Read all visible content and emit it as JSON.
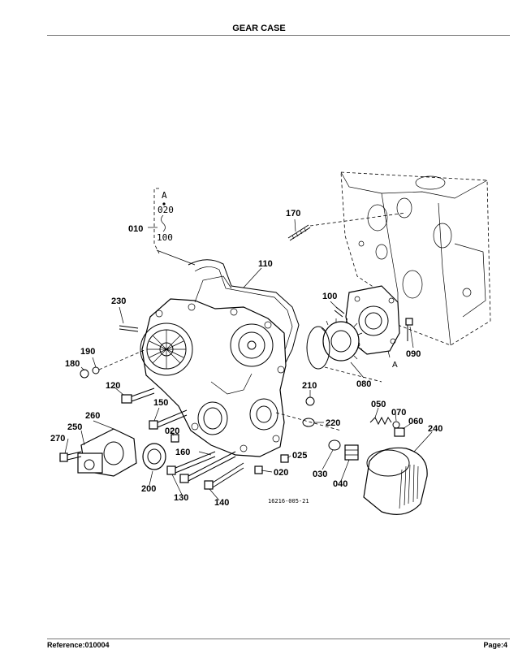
{
  "header": {
    "title": "GEAR CASE"
  },
  "footer": {
    "reference": "Reference:010004",
    "page": "Page:4"
  },
  "diagram": {
    "drawing_code": "16216-005-21",
    "group_bracket": {
      "top": "A",
      "from": "020",
      "to": "100"
    },
    "section_mark": "A",
    "parts": [
      {
        "id": "p010",
        "label": "010"
      },
      {
        "id": "p020a",
        "label": "020"
      },
      {
        "id": "p020b",
        "label": "020"
      },
      {
        "id": "p025",
        "label": "025"
      },
      {
        "id": "p030",
        "label": "030"
      },
      {
        "id": "p040",
        "label": "040"
      },
      {
        "id": "p050",
        "label": "050"
      },
      {
        "id": "p060",
        "label": "060"
      },
      {
        "id": "p070",
        "label": "070"
      },
      {
        "id": "p080",
        "label": "080"
      },
      {
        "id": "p090",
        "label": "090"
      },
      {
        "id": "p100",
        "label": "100"
      },
      {
        "id": "p110",
        "label": "110"
      },
      {
        "id": "p120",
        "label": "120"
      },
      {
        "id": "p130",
        "label": "130"
      },
      {
        "id": "p140",
        "label": "140"
      },
      {
        "id": "p150",
        "label": "150"
      },
      {
        "id": "p160",
        "label": "160"
      },
      {
        "id": "p170",
        "label": "170"
      },
      {
        "id": "p180",
        "label": "180"
      },
      {
        "id": "p190",
        "label": "190"
      },
      {
        "id": "p200",
        "label": "200"
      },
      {
        "id": "p210",
        "label": "210"
      },
      {
        "id": "p220",
        "label": "220"
      },
      {
        "id": "p230",
        "label": "230"
      },
      {
        "id": "p240",
        "label": "240"
      },
      {
        "id": "p250",
        "label": "250"
      },
      {
        "id": "p260",
        "label": "260"
      },
      {
        "id": "p270",
        "label": "270"
      }
    ]
  }
}
